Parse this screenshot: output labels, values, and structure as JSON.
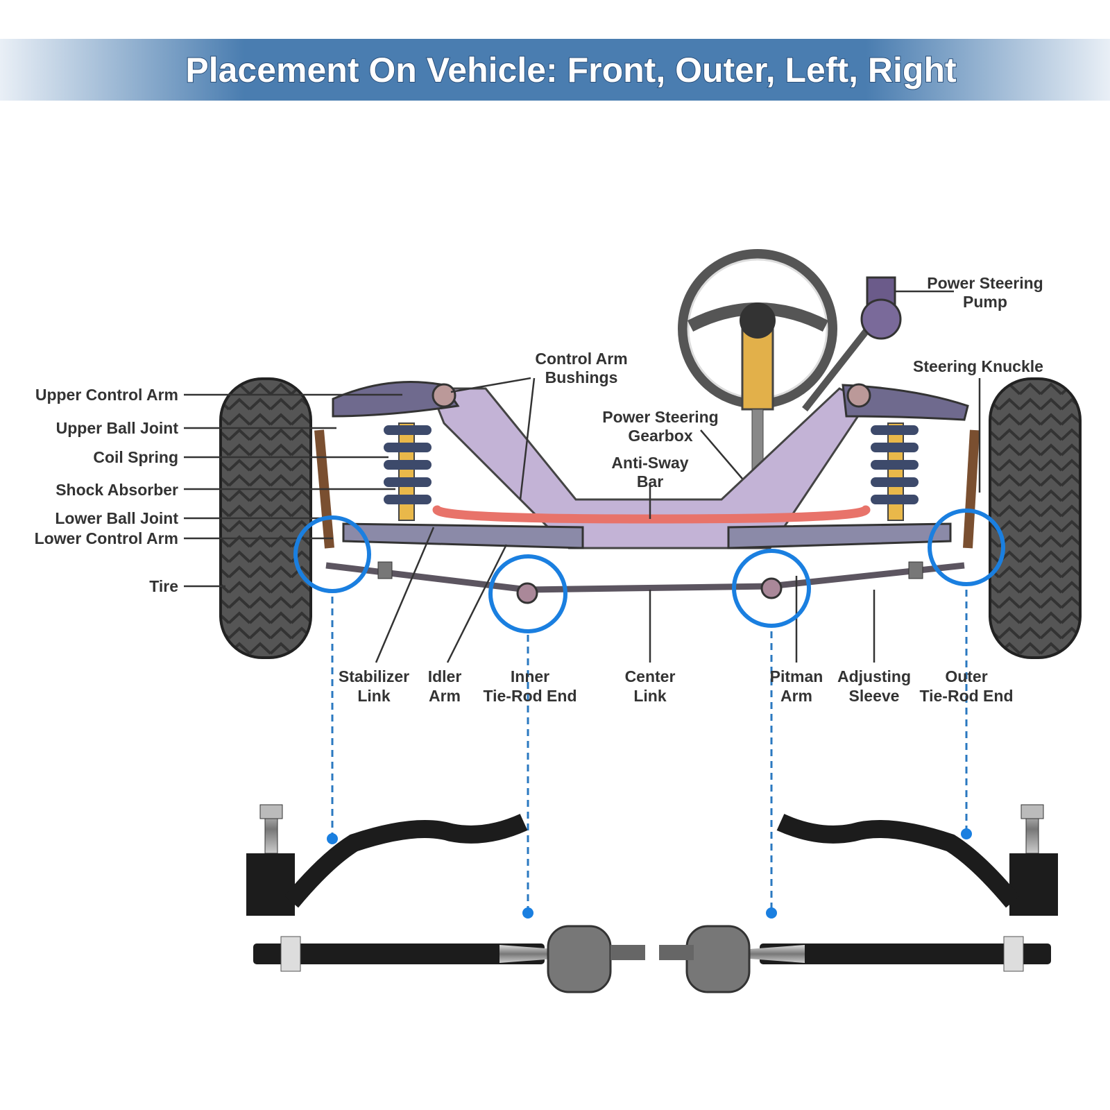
{
  "header": {
    "title": "Placement On Vehicle: Front, Outer, Left, Right",
    "band_color": "#4379ae"
  },
  "labels": {
    "left": [
      "Upper Control Arm",
      "Upper Ball Joint",
      "Coil Spring",
      "Shock Absorber",
      "Lower Ball Joint",
      "Lower Control Arm",
      "Tire"
    ],
    "control_arm_bushings": [
      "Control Arm",
      "Bushings"
    ],
    "power_steering_gearbox": [
      "Power Steering",
      "Gearbox"
    ],
    "anti_sway_bar": [
      "Anti-Sway",
      "Bar"
    ],
    "power_steering_pump": [
      "Power Steering",
      "Pump"
    ],
    "steering_knuckle": "Steering Knuckle",
    "bottom": [
      [
        "Stabilizer",
        "Link"
      ],
      [
        "Idler",
        "Arm"
      ],
      [
        "Inner",
        "Tie-Rod End"
      ],
      [
        "Center",
        "Link"
      ],
      [
        "Pitman",
        "Arm"
      ],
      [
        "Adjusting",
        "Sleeve"
      ],
      [
        "Outer",
        "Tie-Rod End"
      ]
    ]
  },
  "colors": {
    "highlight": "#1a7fe0",
    "frame": "#c3b3d6",
    "sway_bar": "#e8736a",
    "shock": "#e9b84a",
    "spring": "#3d4a6b"
  }
}
